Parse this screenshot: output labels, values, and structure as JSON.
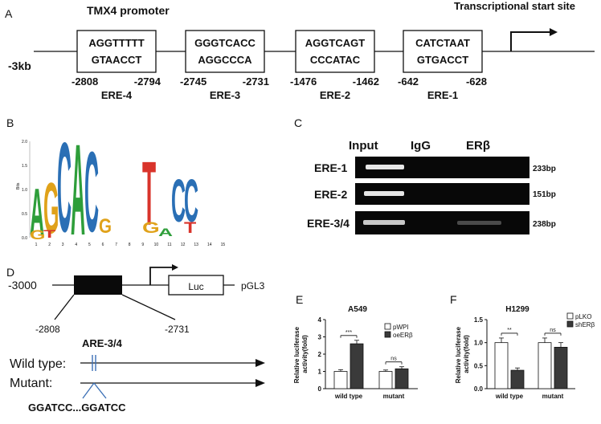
{
  "panel_a": {
    "label": "A",
    "promoter_title": "TMX4  promoter",
    "tss_label": "Transcriptional start site",
    "upstream_label": "-3kb",
    "elements": [
      {
        "line1": "AGGTTTTT",
        "line2": "GTAACCT",
        "start": "-2808",
        "end": "-2794",
        "name": "ERE-4"
      },
      {
        "line1": "GGGTCACC",
        "line2": "AGGCCCA",
        "start": "-2745",
        "end": "-2731",
        "name": "ERE-3"
      },
      {
        "line1": "AGGTCAGT",
        "line2": "CCCATAC",
        "start": "-1476",
        "end": "-1462",
        "name": "ERE-2"
      },
      {
        "line1": "CATCTAAT",
        "line2": "GTGACCT",
        "start": "-642",
        "end": "-628",
        "name": "ERE-1"
      }
    ]
  },
  "panel_b": {
    "label": "B",
    "axis_label": "Bits",
    "y_ticks": [
      "2.0",
      "1.5",
      "1.0",
      "0.5",
      "0.0"
    ],
    "x_ticks": [
      "1",
      "2",
      "3",
      "4",
      "5",
      "6",
      "7",
      "8",
      "9",
      "10",
      "11",
      "12",
      "13",
      "14",
      "15"
    ],
    "logo_letters": [
      {
        "letter": "A",
        "color": "#2e9e3a"
      },
      {
        "letter": "G",
        "color": "#e0a21a"
      },
      {
        "letter": "G",
        "color": "#e0a21a"
      },
      {
        "letter": "T",
        "color": "#d9342b"
      },
      {
        "letter": "C",
        "color": "#2a6fb5"
      },
      {
        "letter": "A",
        "color": "#2e9e3a"
      },
      {
        "letter": "C",
        "color": "#2a6fb5"
      },
      {
        "letter": "G",
        "color": "#e0a21a"
      },
      {
        "letter": "T",
        "color": "#d9342b"
      },
      {
        "letter": "G",
        "color": "#e0a21a"
      },
      {
        "letter": "C",
        "color": "#2a6fb5"
      },
      {
        "letter": "C",
        "color": "#2a6fb5"
      },
      {
        "letter": "T",
        "color": "#d9342b"
      },
      {
        "letter": "A",
        "color": "#2e9e3a"
      }
    ]
  },
  "panel_c": {
    "label": "C",
    "columns": [
      "Input",
      "IgG",
      "ERβ"
    ],
    "rows": [
      {
        "name": "ERE-1",
        "size": "233bp"
      },
      {
        "name": "ERE-2",
        "size": "151bp"
      },
      {
        "name": "ERE-3/4",
        "size": "238bp"
      }
    ]
  },
  "panel_d": {
    "label": "D",
    "start": "-3000",
    "left_pos": "-2808",
    "right_pos": "-2731",
    "reporter": "Luc",
    "vector": "pGL3",
    "region": "ARE-3/4",
    "wild_type": "Wild type:",
    "mutant": "Mutant:",
    "mutant_seq": "GGATCC...GGATCC"
  },
  "chart_data": [
    {
      "panel": "E",
      "type": "bar",
      "title": "A549",
      "ylabel": "Relative luciferase activity(fold)",
      "categories": [
        "wild type",
        "mutant"
      ],
      "ylim": [
        0,
        4
      ],
      "yticks": [
        "0",
        "1",
        "2",
        "3",
        "4"
      ],
      "series": [
        {
          "name": "pWPI",
          "values": [
            1.0,
            1.0
          ],
          "errors": [
            0.1,
            0.08
          ],
          "color": "#ffffff"
        },
        {
          "name": "oeERβ",
          "values": [
            2.6,
            1.15
          ],
          "errors": [
            0.2,
            0.12
          ],
          "color": "#3a3a3a"
        }
      ],
      "significance": [
        "***",
        "ns"
      ]
    },
    {
      "panel": "F",
      "type": "bar",
      "title": "H1299",
      "ylabel": "Relative luciferase activity(fold)",
      "categories": [
        "wild type",
        "mutant"
      ],
      "ylim": [
        0,
        1.5
      ],
      "yticks": [
        "0.0",
        "0.5",
        "1.0",
        "1.5"
      ],
      "series": [
        {
          "name": "pLKO",
          "values": [
            1.0,
            1.0
          ],
          "errors": [
            0.1,
            0.1
          ],
          "color": "#ffffff"
        },
        {
          "name": "shERβ",
          "values": [
            0.4,
            0.9
          ],
          "errors": [
            0.05,
            0.1
          ],
          "color": "#3a3a3a"
        }
      ],
      "significance": [
        "**",
        "ns"
      ]
    }
  ]
}
